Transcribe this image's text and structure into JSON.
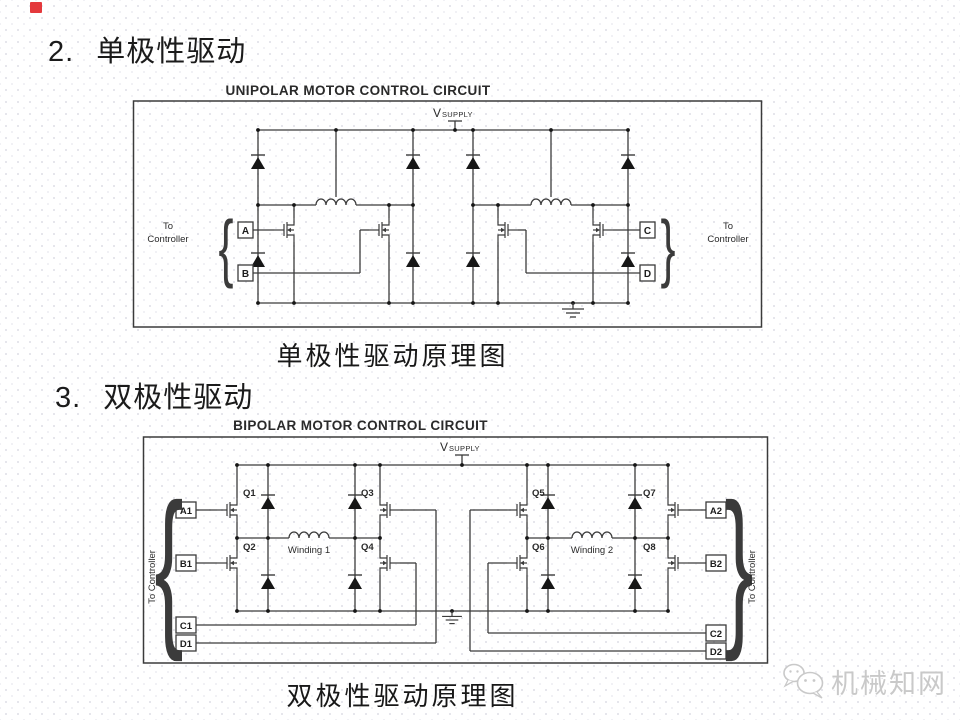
{
  "slide": {
    "heading_unipolar": {
      "number": "2.",
      "text": "单极性驱动"
    },
    "heading_bipolar": {
      "number": "3.",
      "text": "双极性驱动"
    },
    "unipolar": {
      "title": "UNIPOLAR MOTOR CONTROL CIRCUIT",
      "caption": "单极性驱动原理图",
      "vsupply_v": "V",
      "vsupply_sub": "SUPPLY",
      "to_line1": "To",
      "to_line2": "Controller",
      "brace_left": "{",
      "brace_right": "}",
      "terminals": {
        "a": "A",
        "b": "B",
        "c": "C",
        "d": "D"
      }
    },
    "bipolar": {
      "title": "BIPOLAR MOTOR CONTROL CIRCUIT",
      "caption": "双极性驱动原理图",
      "vsupply_v": "V",
      "vsupply_sub": "SUPPLY",
      "to_controller_left": "To Controller",
      "to_controller_right": "To Controller",
      "brace_left": "{",
      "brace_right": "}",
      "winding1": "Winding 1",
      "winding2": "Winding 2",
      "transistors": {
        "q1": "Q1",
        "q2": "Q2",
        "q3": "Q3",
        "q4": "Q4",
        "q5": "Q5",
        "q6": "Q6",
        "q7": "Q7",
        "q8": "Q8"
      },
      "terminals": {
        "a1": "A1",
        "b1": "B1",
        "c1": "C1",
        "d1": "D1",
        "a2": "A2",
        "b2": "B2",
        "c2": "C2",
        "d2": "D2"
      }
    },
    "watermark": {
      "text": "机械知网"
    },
    "colors": {
      "line": "#3b3b3b",
      "red_mark": "#e4393c",
      "watermark": "#c9c9c9"
    }
  }
}
